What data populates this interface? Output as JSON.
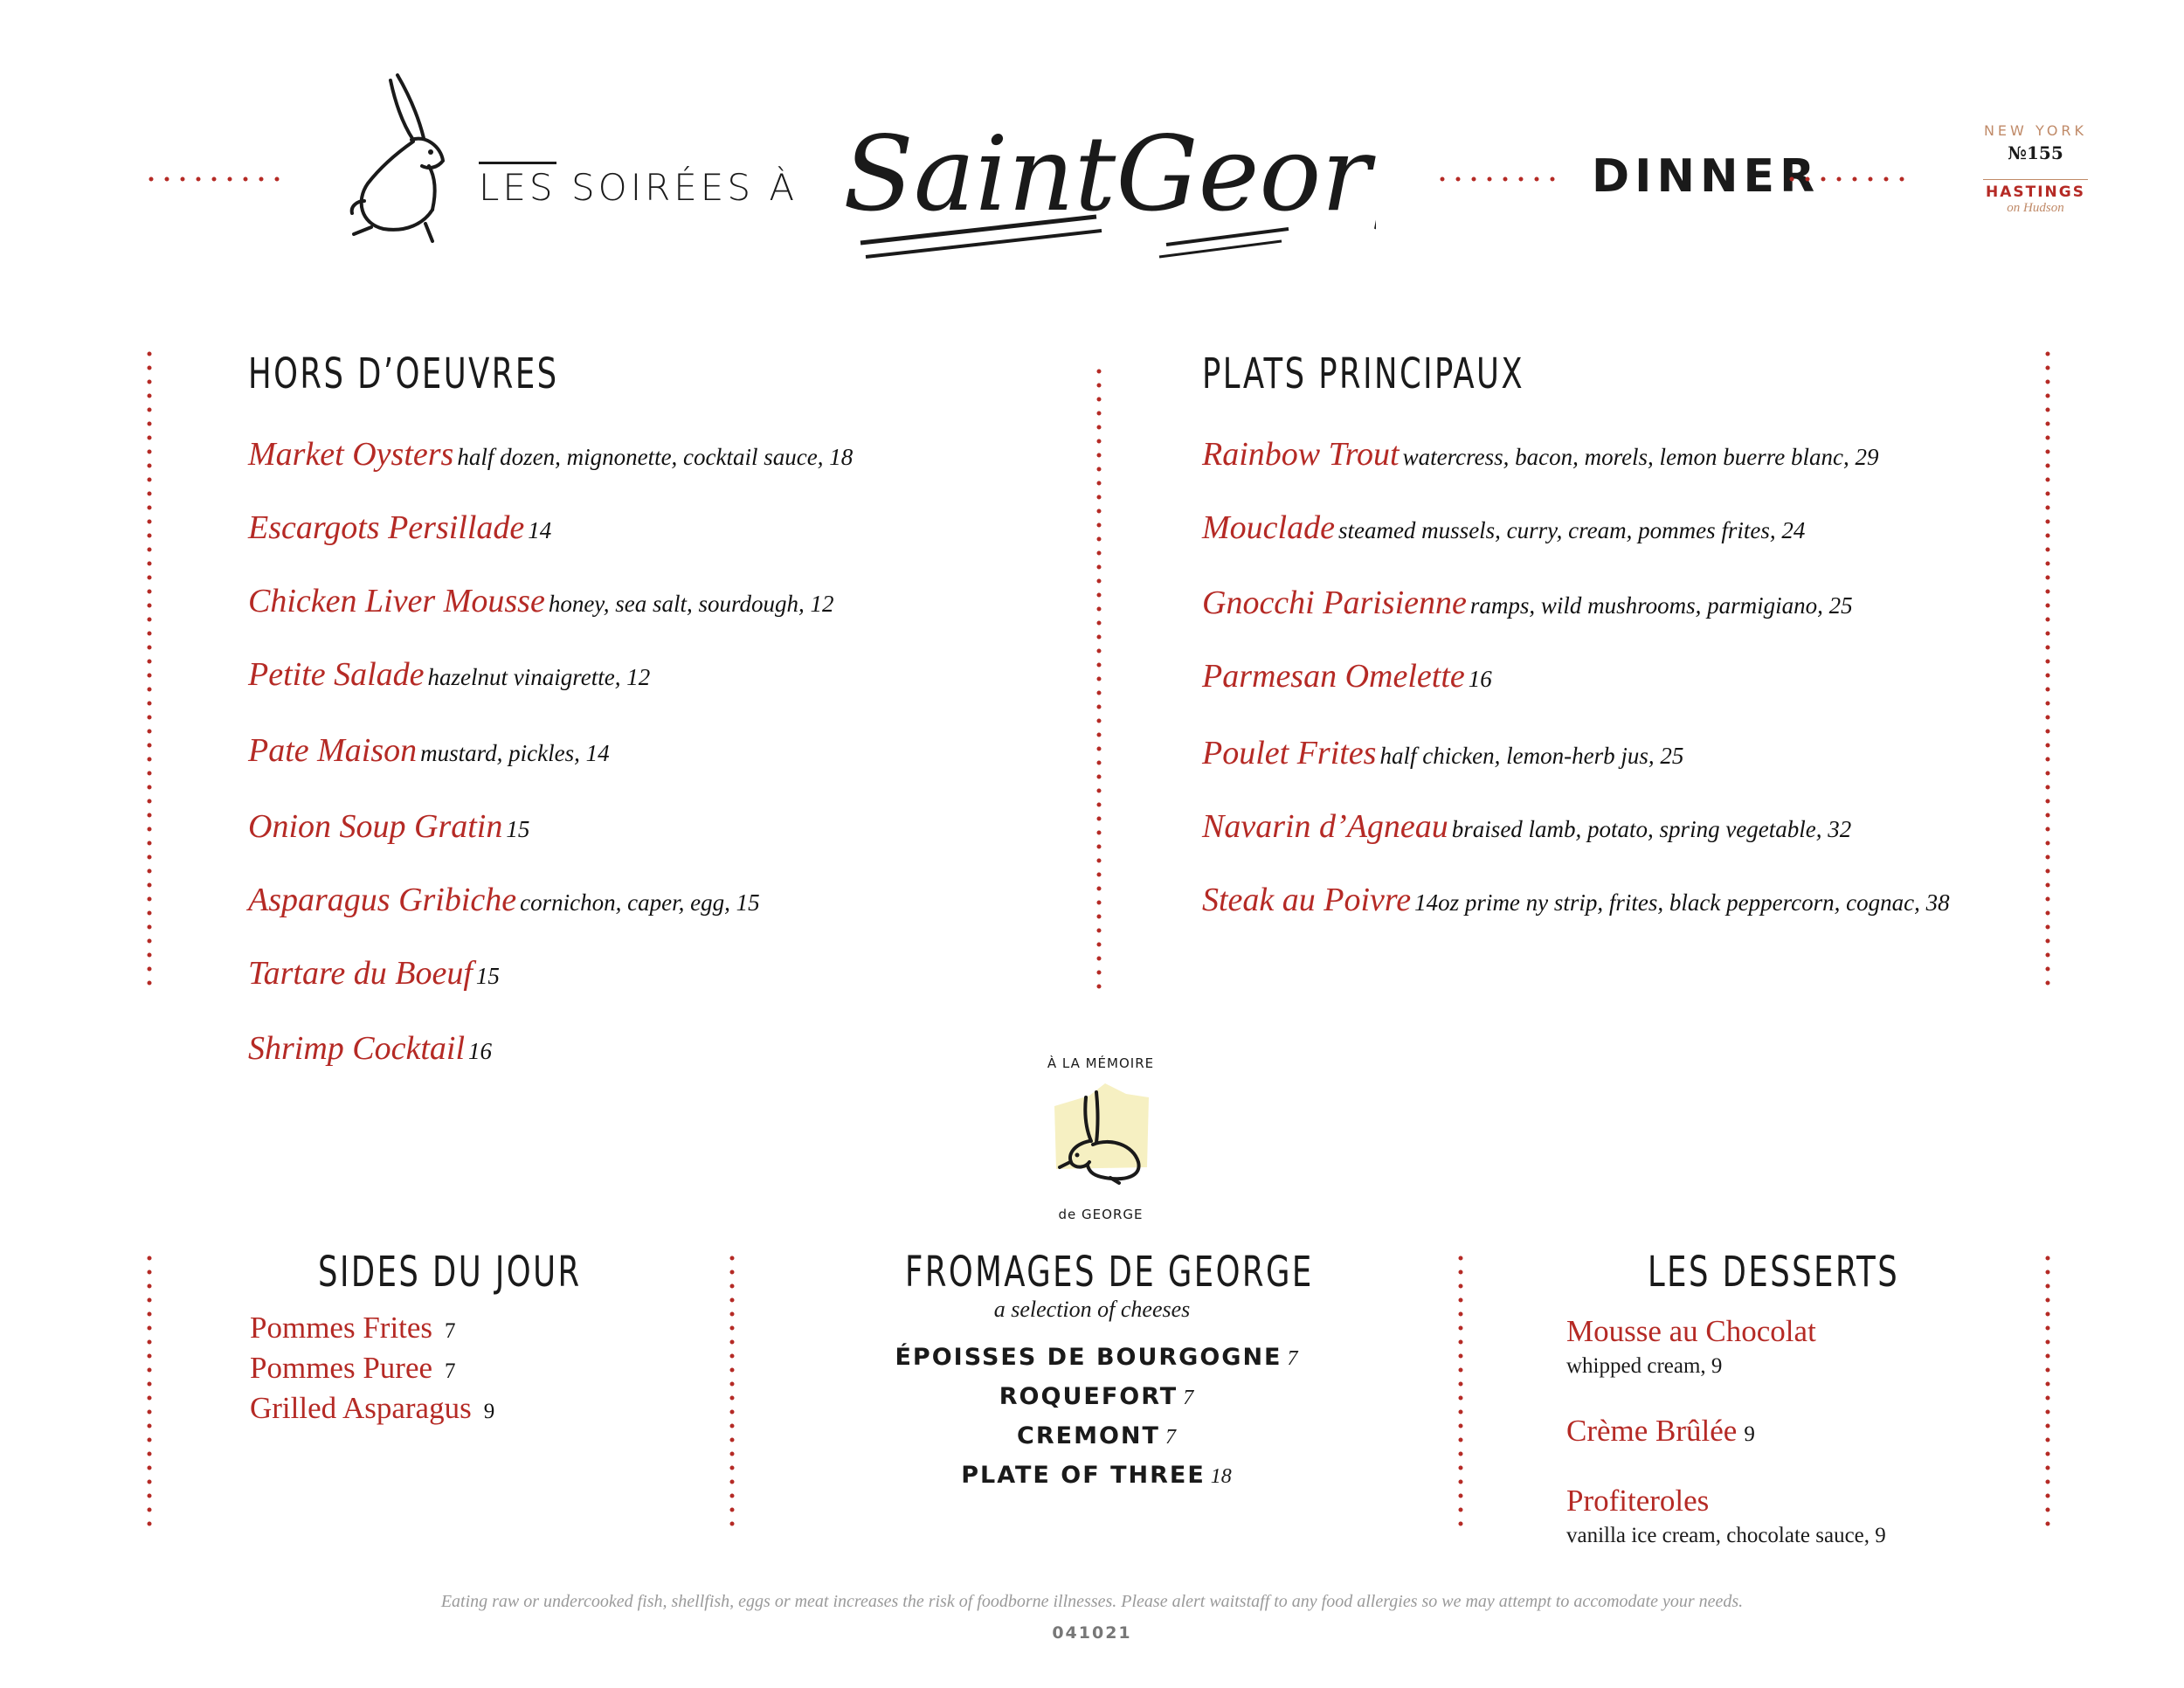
{
  "header": {
    "left_tag_les": "LES",
    "left_tag_rest": "SOIRÉES À",
    "brand": "SaintGeorge",
    "meal": "DINNER",
    "stamp": {
      "city": "NEW YORK",
      "number": "№155",
      "town": "HASTINGS",
      "suffix": "on Hudson"
    }
  },
  "hors_doeuvres": {
    "title": "HORS D’OEUVRES",
    "items": [
      {
        "name": "Market Oysters",
        "desc": "half dozen, mignonette, cocktail sauce, 18"
      },
      {
        "name": "Escargots Persillade",
        "desc": "14"
      },
      {
        "name": "Chicken Liver Mousse",
        "desc": "honey, sea salt, sourdough, 12"
      },
      {
        "name": "Petite Salade",
        "desc": "hazelnut vinaigrette, 12"
      },
      {
        "name": "Pate Maison",
        "desc": "mustard, pickles, 14"
      },
      {
        "name": "Onion Soup Gratin",
        "desc": "15"
      },
      {
        "name": "Asparagus Gribiche",
        "desc": "cornichon, caper, egg,  15"
      },
      {
        "name": "Tartare du Boeuf",
        "desc": "15"
      },
      {
        "name": "Shrimp Cocktail",
        "desc": "16"
      }
    ]
  },
  "plats_principaux": {
    "title": "PLATS PRINCIPAUX",
    "items": [
      {
        "name": "Rainbow Trout",
        "desc": "watercress, bacon, morels, lemon buerre blanc, 29"
      },
      {
        "name": "Mouclade",
        "desc": "steamed mussels, curry, cream, pommes frites, 24"
      },
      {
        "name": "Gnocchi Parisienne",
        "desc": "ramps, wild mushrooms, parmigiano, 25"
      },
      {
        "name": "Parmesan Omelette",
        "desc": "16"
      },
      {
        "name": "Poulet Frites",
        "desc": "half chicken, lemon-herb jus, 25"
      },
      {
        "name": "Navarin d’Agneau",
        "desc": "braised lamb, potato, spring vegetable, 32"
      },
      {
        "name": "Steak au Poivre",
        "desc": "14oz prime ny strip, frites, black peppercorn, cognac, 38"
      }
    ]
  },
  "memorial": {
    "top": "À LA MÉMOIRE",
    "bottom": "de GEORGE"
  },
  "sides": {
    "title": "SIDES DU JOUR",
    "items": [
      {
        "name": "Pommes Frites",
        "price": "7"
      },
      {
        "name": "Pommes Puree",
        "price": "7"
      },
      {
        "name": "Grilled Asparagus",
        "price": "9"
      }
    ]
  },
  "fromages": {
    "title": "FROMAGES DE GEORGE",
    "subtitle": "a selection of cheeses",
    "items": [
      {
        "name": "ÉPOISSES DE BOURGOGNE",
        "price": "7"
      },
      {
        "name": "ROQUEFORT",
        "price": "7"
      },
      {
        "name": "CREMONT",
        "price": "7"
      },
      {
        "name": "PLATE OF THREE",
        "price": "18"
      }
    ]
  },
  "desserts": {
    "title": "LES DESSERTS",
    "items": [
      {
        "name": "Mousse au Chocolat",
        "price": "",
        "desc": "whipped cream, 9"
      },
      {
        "name": "Crème Brûlée",
        "price": "9",
        "desc": ""
      },
      {
        "name": "Profiteroles",
        "price": "",
        "desc": "vanilla ice cream, chocolate sauce, 9"
      }
    ]
  },
  "footer": {
    "disclaimer": "Eating raw or undercooked fish, shellfish, eggs or meat increases the risk of foodborne illnesses.  Please alert waitstaff to any food allergies so we may attempt to accomodate your needs.",
    "code": "041021"
  },
  "colors": {
    "accent": "#b52a25",
    "ink": "#1a1a1a",
    "stamp": "#c08a68",
    "memorial_glow": "#f6f0c2"
  }
}
